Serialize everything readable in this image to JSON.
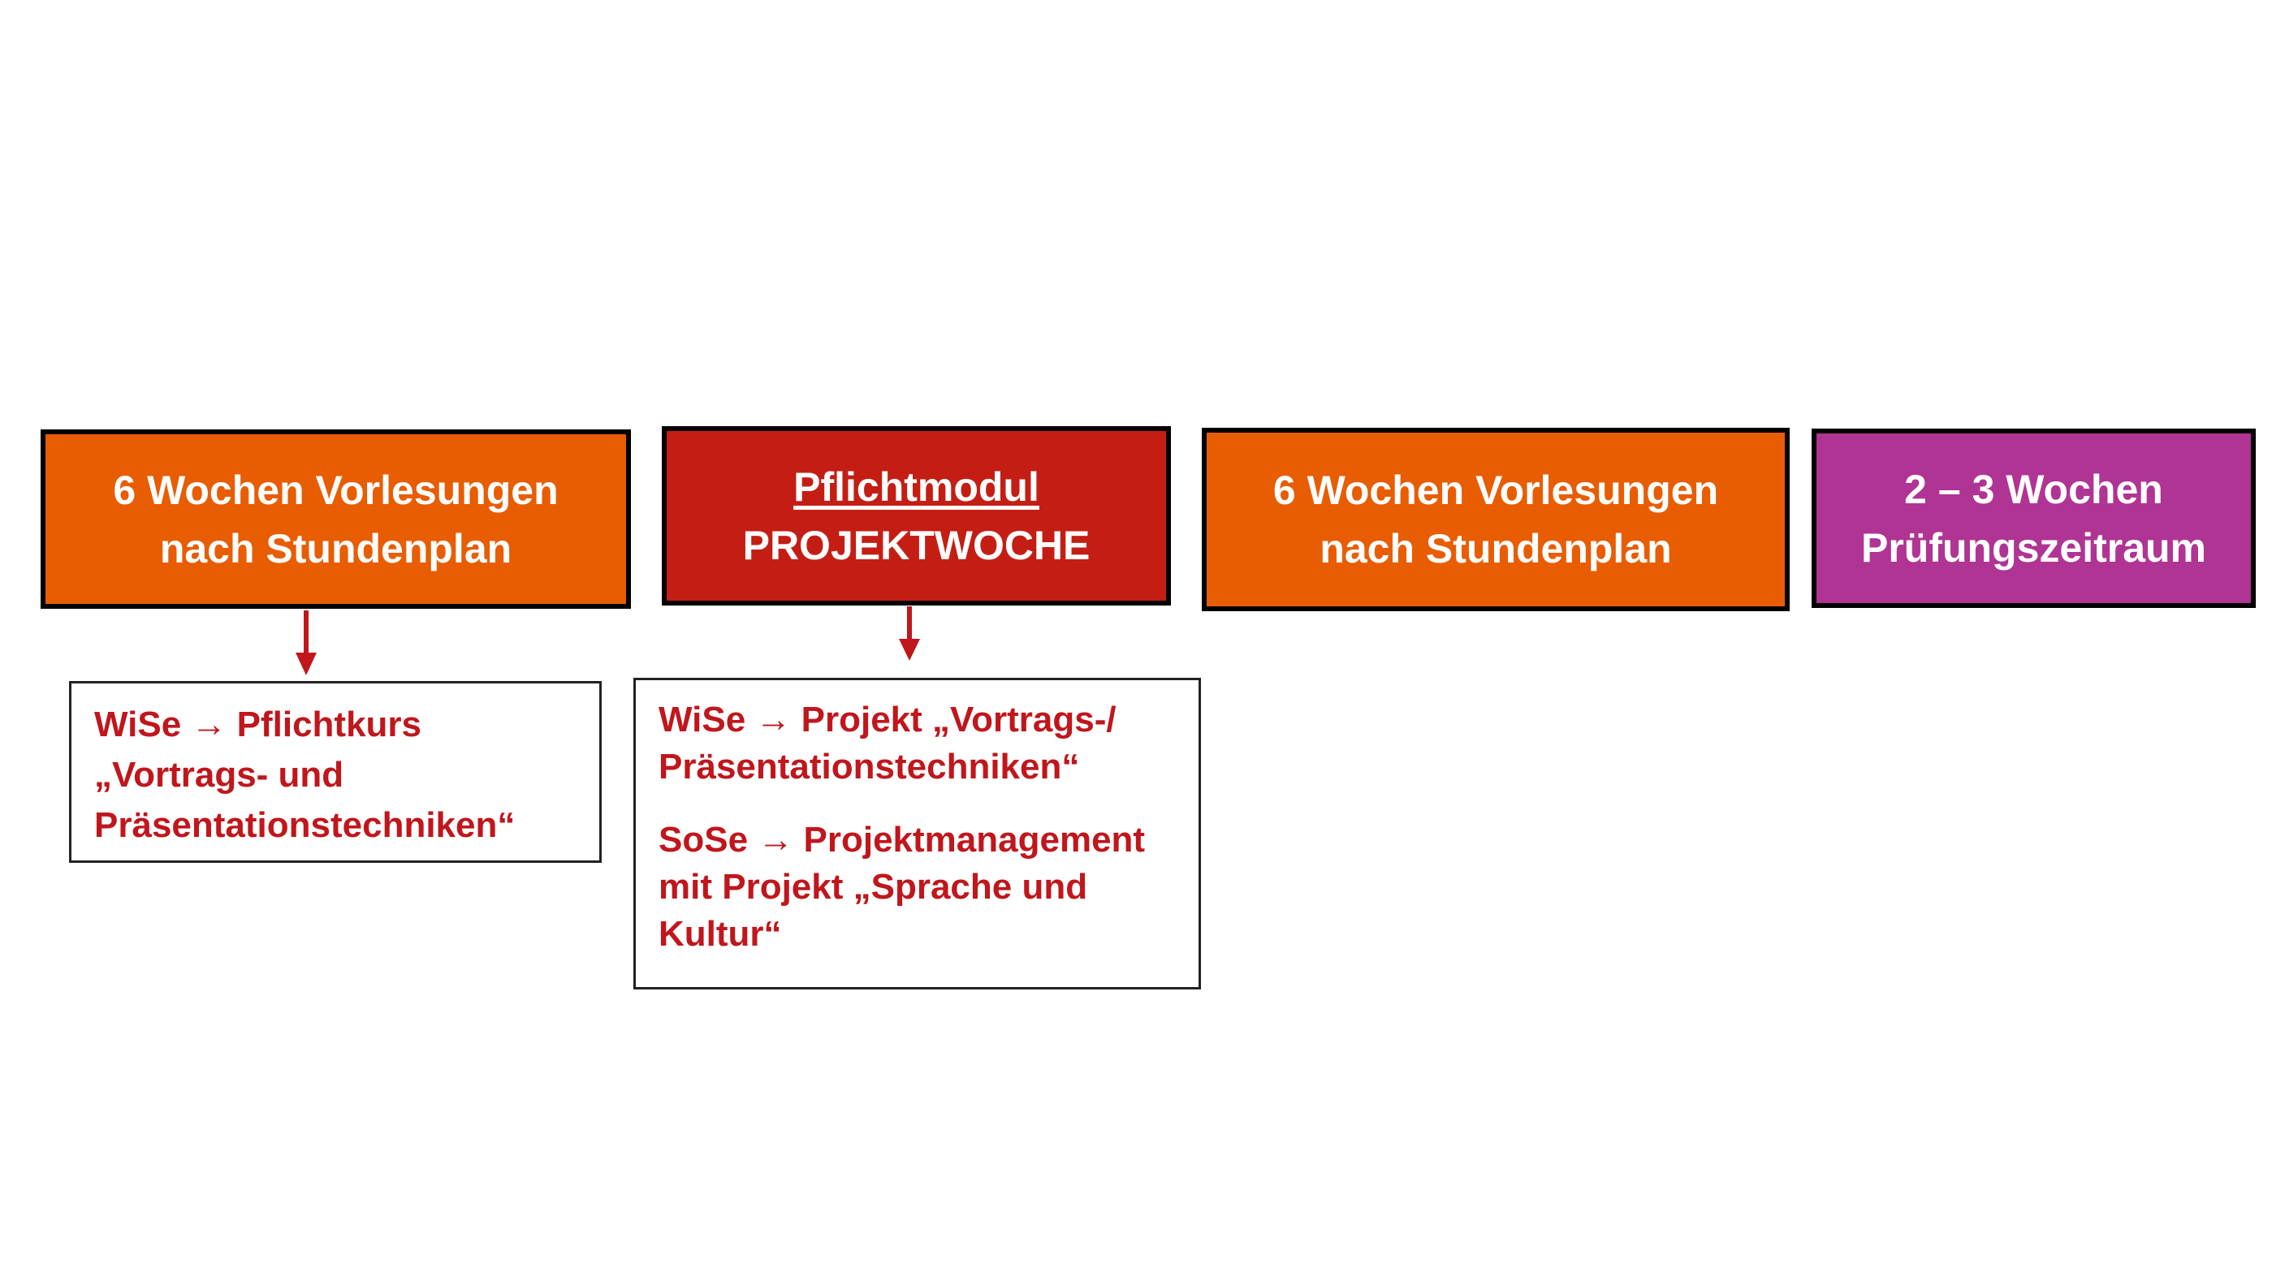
{
  "colors": {
    "lecture_phase": "#e85d02",
    "project_week": "#c41e14",
    "exam_period": "#b03494",
    "detail_text": "#c0161c",
    "arrow": "#c0161c",
    "border": "#000000"
  },
  "phases": [
    {
      "lines": [
        "6 Wochen Vorlesungen",
        "nach Stundenplan"
      ]
    },
    {
      "heading": "Pflichtmodul",
      "lines": [
        "PROJEKTWOCHE"
      ]
    },
    {
      "lines": [
        "6 Wochen Vorlesungen",
        "nach Stundenplan"
      ]
    },
    {
      "lines": [
        "2 – 3 Wochen",
        "Prüfungszeitraum"
      ]
    }
  ],
  "details": [
    {
      "paragraphs": [
        {
          "lines": [
            "WiSe → Pflichtkurs",
            "„Vortrags- und",
            "Präsentationstechniken“"
          ]
        }
      ]
    },
    {
      "paragraphs": [
        {
          "lines": [
            "WiSe → Projekt „Vortrags-/",
            "Präsentationstechniken“"
          ]
        },
        {
          "lines": [
            "SoSe → Projektmanagement",
            "mit Projekt „Sprache und",
            "Kultur“"
          ]
        }
      ]
    }
  ]
}
